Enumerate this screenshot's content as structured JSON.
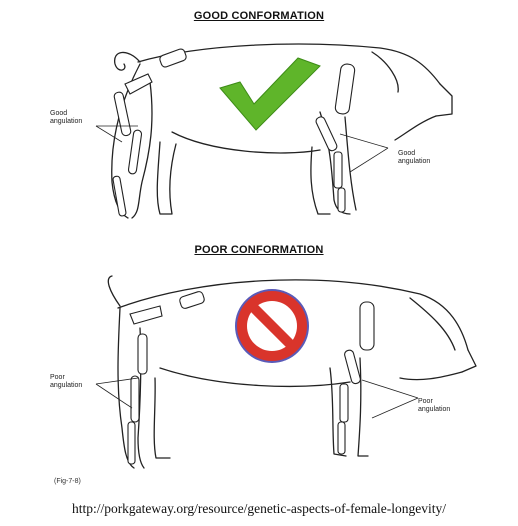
{
  "good": {
    "title": "GOOD CONFORMATION",
    "label_left": "Good\nangulation",
    "label_right": "Good\nangulation"
  },
  "poor": {
    "title": "POOR CONFORMATION",
    "label_left": "Poor\nangulation",
    "label_right": "Poor\nangulation"
  },
  "figure_label": "(Fig-7-8)",
  "source_url": "http://porkgateway.org/resource/genetic-aspects-of-female-longevity/",
  "colors": {
    "check": "#5fb52a",
    "prohibit_red": "#d9342b",
    "prohibit_border": "#5a5ab8"
  }
}
